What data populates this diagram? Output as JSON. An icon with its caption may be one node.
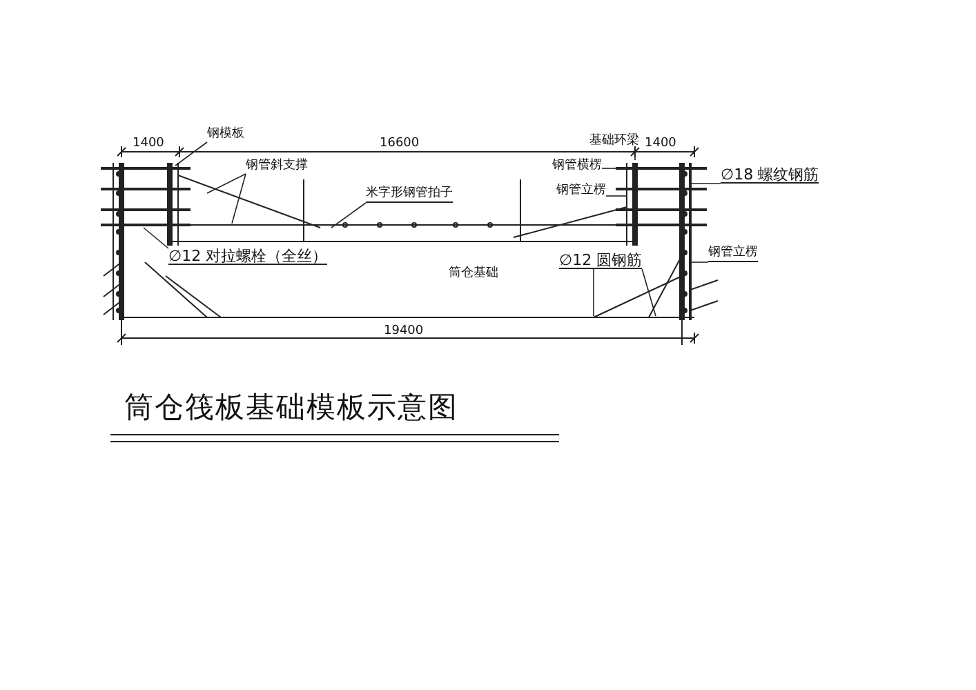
{
  "diagram": {
    "title": "筒仓筏板基础模板示意图",
    "nodes": [
      {
        "text": [
          "钢模板"
        ]
      },
      {
        "text": [
          "钢管斜支撑"
        ]
      },
      {
        "text": [
          "米字形钢管拍子"
        ]
      },
      {
        "text": [
          "∅12 对拉螺栓（全丝）"
        ]
      },
      {
        "text": [
          "基础环梁"
        ]
      },
      {
        "text": [
          "钢管横楞"
        ]
      },
      {
        "text": [
          "钢管立楞"
        ]
      },
      {
        "text": [
          "∅18 螺纹钢筋"
        ]
      },
      {
        "text": [
          "∅12 圆钢筋"
        ]
      },
      {
        "text": [
          "钢管立楞"
        ]
      },
      {
        "text": [],
        "shape": "bar"
      }
    ],
    "edges": [
      {
        "from": 0,
        "to": null,
        "arrow": "none"
      },
      {
        "from": 1,
        "to": null,
        "arrow": "none"
      },
      {
        "from": 1,
        "to": null,
        "arrow": "none"
      },
      {
        "from": 2,
        "to": null,
        "arrow": "none"
      },
      {
        "from": 3,
        "to": null,
        "arrow": "none"
      },
      {
        "from": 4,
        "to": null,
        "arrow": "none"
      },
      {
        "from": 5,
        "to": null,
        "arrow": "none"
      },
      {
        "from": 6,
        "to": null,
        "arrow": "none"
      },
      {
        "from": 7,
        "to": 10,
        "arrow": "none"
      },
      {
        "from": 8,
        "to": null,
        "arrow": "none"
      },
      {
        "from": 8,
        "to": null,
        "arrow": "none"
      },
      {
        "from": 9,
        "to": 10,
        "arrow": "none"
      }
    ],
    "labels": [
      "1400",
      "16600",
      "1400",
      "筒仓基础",
      "19400"
    ]
  }
}
